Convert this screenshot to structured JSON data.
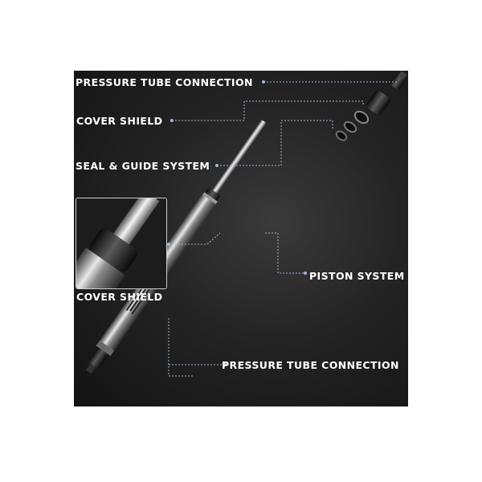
{
  "labels": {
    "top_pressure_tube": "PRESSURE TUBE CONNECTION",
    "top_cover_shield": "COVER SHIELD",
    "seal_guide": "SEAL & GUIDE SYSTEM",
    "inset_cover_shield": "COVER SHIELD",
    "piston_system": "PISTON SYSTEM",
    "bottom_pressure_tube": "PRESSURE TUBE CONNECTION"
  },
  "colors": {
    "background": "#ffffff",
    "panel": "#222222",
    "label_text": "#ffffff",
    "leader_line": "#9fb7d9"
  },
  "icons": [
    "gas-strut",
    "end-fitting",
    "cover-shield-cap",
    "seal-ring",
    "inset-closeup"
  ]
}
